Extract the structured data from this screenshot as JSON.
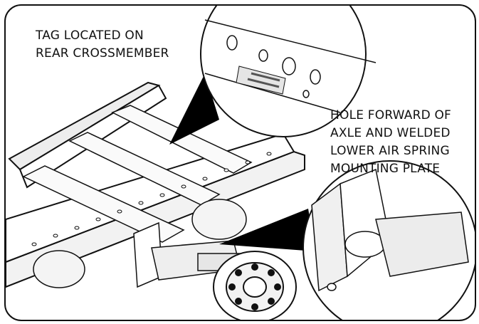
{
  "callouts": {
    "tag": {
      "lines": [
        "TAG LOCATED ON",
        "REAR CROSSMEMBER"
      ]
    },
    "hole": {
      "lines": [
        "HOLE FORWARD OF",
        "AXLE AND WELDED",
        "LOWER AIR SPRING",
        "MOUNTING PLATE"
      ]
    }
  },
  "colors": {
    "line": "#111111",
    "shade": "#d9d9d9",
    "pointer": "#000000",
    "frame": "#111111"
  }
}
